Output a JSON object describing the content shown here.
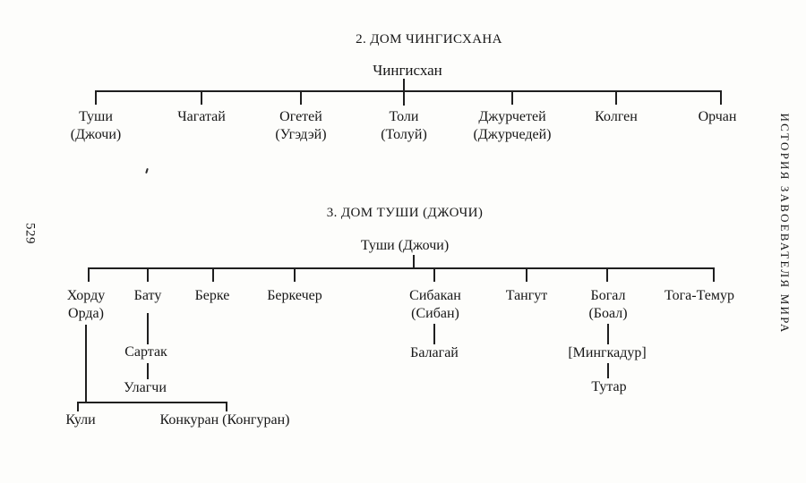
{
  "margins": {
    "page_number": "529",
    "running_title": "ИСТОРИЯ ЗАВОЕВАТЕЛЯ МИРА"
  },
  "tree2": {
    "title": "2. ДОМ ЧИНГИСХАНА",
    "root": "Чингисхан",
    "children": [
      {
        "label": "Туши\n(Джочи)"
      },
      {
        "label": "Чагатай"
      },
      {
        "label": "Огетей\n(Угэдэй)"
      },
      {
        "label": "Толи\n(Толуй)"
      },
      {
        "label": "Джурчетей\n(Джурчедей)"
      },
      {
        "label": "Колген"
      },
      {
        "label": "Орчан"
      }
    ]
  },
  "tree3": {
    "title": "3. ДОМ ТУШИ (ДЖОЧИ)",
    "root": "Туши (Джочи)",
    "children": [
      {
        "label": "Хорду\nОрда)"
      },
      {
        "label": "Бату"
      },
      {
        "label": "Берке"
      },
      {
        "label": "Беркечер"
      },
      {
        "label": "Сибакан\n(Сибан)"
      },
      {
        "label": "Тангут"
      },
      {
        "label": "Богал\n(Боал)"
      },
      {
        "label": "Тога-Темур"
      }
    ],
    "descendants": {
      "sartak": "Сартак",
      "ulagchi": "Улагчи",
      "kuli": "Кули",
      "konkuran": "Конкуран (Конгуран)",
      "balagai": "Балагай",
      "mingkadur": "[Мингкадур]",
      "tutar": "Тутар"
    }
  }
}
